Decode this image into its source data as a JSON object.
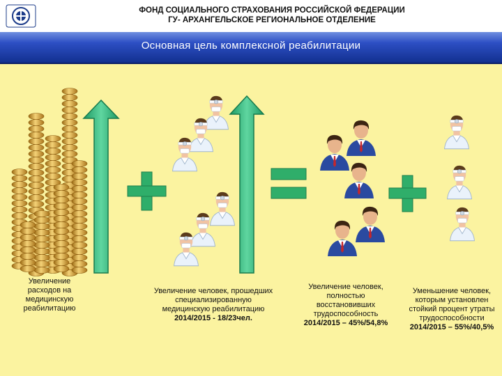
{
  "header": {
    "line1": "ФОНД СОЦИАЛЬНОГО  СТРАХОВАНИЯ РОССИЙСКОЙ ФЕДЕРАЦИИ",
    "line2": "ГУ- АРХАНГЕЛЬСКОЕ РЕГИОНАЛЬНОЕ ОТДЕЛЕНИЕ"
  },
  "banner": {
    "title": "Основная цель комплексной реабилитации"
  },
  "columns": [
    {
      "text": "Увеличение расходов на медицинскую реабилитацию",
      "stat": ""
    },
    {
      "text": "Увеличение человек, прошедших специализированную медицинскую реабилитацию",
      "stat": "2014/2015 - 18/23чел."
    },
    {
      "text": "Увеличение человек, полностью восстановивших трудоспособность",
      "stat": "2014/2015 – 45%/54,8%"
    },
    {
      "text": "Уменьшение человек, которым установлен стойкий процент утраты трудоспособности",
      "stat": "2014/2015 – 55%/40,5%"
    }
  ],
  "colors": {
    "background": "#fbf3a0",
    "banner": "#1e3fa8",
    "arrow": "#2fb37a",
    "operator": "#2fae6a",
    "coins": "#d9a530"
  },
  "icons": [
    "fss-logo-icon",
    "coin-stack-icon",
    "up-arrow-icon",
    "plus-icon",
    "equals-icon",
    "doctor-icon",
    "businessman-icon"
  ]
}
